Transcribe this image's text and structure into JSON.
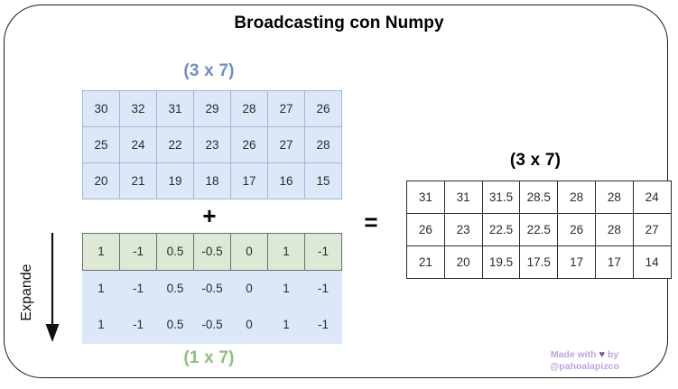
{
  "title": "Broadcasting con Numpy",
  "colors": {
    "matrix_a_fill": "#dce8f8",
    "matrix_a_border": "#9db6d8",
    "matrix_b_fill": "#dde9d4",
    "matrix_b_border": "#6f6f6f",
    "matrix_b_ghost_fill": "#dce8f8",
    "result_fill": "#ffffff",
    "result_border": "#2b2b2b",
    "label_a": "#6f8dc6",
    "label_b": "#8bc07a",
    "label_result": "#000000",
    "credits_text": "#bfa0e6",
    "credits_heart": "#7d4fc4",
    "card_border": "#1c1c1c"
  },
  "matrix_a": {
    "shape_label": "(3 x 7)",
    "rows": [
      [
        "30",
        "32",
        "31",
        "29",
        "28",
        "27",
        "26"
      ],
      [
        "25",
        "24",
        "22",
        "23",
        "26",
        "27",
        "28"
      ],
      [
        "20",
        "21",
        "19",
        "18",
        "17",
        "16",
        "15"
      ]
    ]
  },
  "matrix_b": {
    "shape_label": "(1 x 7)",
    "source_row": [
      "1",
      "-1",
      "0.5",
      "-0.5",
      "0",
      "1",
      "-1"
    ],
    "broadcast_rows": [
      [
        "1",
        "-1",
        "0.5",
        "-0.5",
        "0",
        "1",
        "-1"
      ],
      [
        "1",
        "-1",
        "0.5",
        "-0.5",
        "0",
        "1",
        "-1"
      ]
    ]
  },
  "result_matrix": {
    "shape_label": "(3 x 7)",
    "rows": [
      [
        "31",
        "31",
        "31.5",
        "28.5",
        "28",
        "28",
        "24"
      ],
      [
        "26",
        "23",
        "22.5",
        "22.5",
        "26",
        "28",
        "27"
      ],
      [
        "21",
        "20",
        "19.5",
        "17.5",
        "17",
        "17",
        "14"
      ]
    ]
  },
  "operators": {
    "plus": "+",
    "equals": "="
  },
  "annotation": {
    "expande_label": "Expande",
    "arrow_direction": "down"
  },
  "credits": {
    "line1_prefix": "Made with ",
    "heart": "♥",
    "line1_suffix": " by",
    "handle": "@pahoalapizco"
  }
}
